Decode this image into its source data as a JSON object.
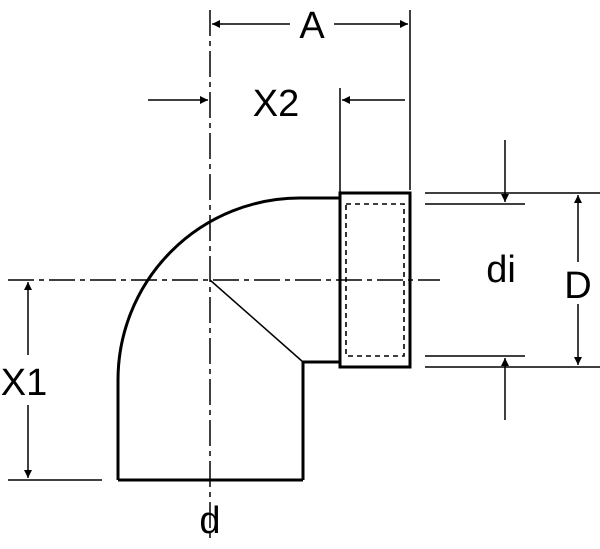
{
  "labels": {
    "A": "A",
    "X2": "X2",
    "X1": "X1",
    "di": "di",
    "D": "D",
    "d": "d"
  },
  "colors": {
    "stroke": "#000000",
    "background": "#ffffff"
  }
}
